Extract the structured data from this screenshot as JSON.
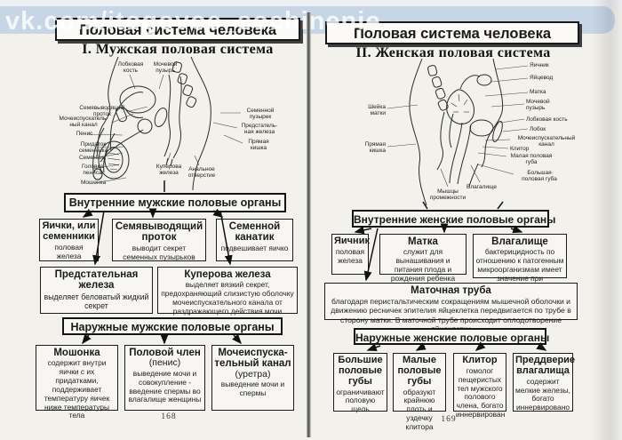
{
  "watermark": "vk.com/itogovoe_sochinenie",
  "left_page": {
    "banner": "Половая система человека",
    "heading": "I. Мужская половая система",
    "page_number": "168",
    "diagram": {
      "pubic_bone": "Лобковая кость",
      "bladder": "Мочевой пузырь",
      "vas_deferens": "Семявыводящий проток",
      "urethra": "Мочеиспускатель-ный канал",
      "penis": "Пенис",
      "epididymis": "Придаток семенника",
      "testis": "Семенник",
      "glans": "Головка пениса",
      "scrotum": "Мошонка",
      "cowper_gland": "Куперова железа",
      "anus": "Анальное отверстие",
      "seminal_vesicle": "Семенной пузырек",
      "prostate": "Предстатель-ная железа",
      "rectum": "Прямая кишка"
    },
    "internal_header": "Внутренние мужские половые органы",
    "internal_boxes": [
      {
        "title": "Яички, или семенники",
        "desc": "половая железа"
      },
      {
        "title": "Семявыводящий проток",
        "desc": "выводит секрет семенных пузырьков"
      },
      {
        "title": "Семенной канатик",
        "desc": "подвешивает яичко"
      },
      {
        "title": "Предстательная железа",
        "desc": "выделяет беловатый жидкий секрет"
      },
      {
        "title": "Куперова железа",
        "desc": "выделяет вязкий секрет, предохраняющий слизистую оболочку мочеиспускательного канала от раздражающего действия мочи"
      }
    ],
    "external_header": "Наружные мужские половые органы",
    "external_boxes": [
      {
        "title": "Мошонка",
        "desc": "содержит внутри яички с их придатками, поддерживает температуру яичек ниже температуры тела"
      },
      {
        "title": "Половой член",
        "sub": "(пенис)",
        "desc": "выведение мочи и совокупление - введение спермы во влагалище женщины"
      },
      {
        "title": "Мочеиспуска-тельный канал",
        "sub": "(уретра)",
        "desc": "выведение мочи и спермы"
      }
    ]
  },
  "right_page": {
    "banner": "Половая система человека",
    "heading": "II. Женская половая система",
    "page_number": "169",
    "diagram": {
      "ovary": "Яичник",
      "oviduct": "Яйцевод",
      "uterus": "Матка",
      "bladder": "Мочевой пузырь",
      "pubic_bone": "Лобковая кость",
      "pubis": "Лобок",
      "urethra": "Мочеиспускательный канал",
      "clitoris": "Клитор",
      "labia_minora": "Малая половая губа",
      "labia_majora": "Большая половая губа",
      "cervix": "Шейка матки",
      "rectum": "Прямая кишка",
      "perineum": "Мышцы промежности",
      "vagina": "Влагалище"
    },
    "internal_header": "Внутренние женские половые органы",
    "internal_boxes": [
      {
        "title": "Яичник",
        "desc": "половая железа"
      },
      {
        "title": "Матка",
        "desc": "служит для вынашивания и питания плода и рождения ребенка"
      },
      {
        "title": "Влагалище",
        "desc": "бактерицидность по отношению к патогенным микроорганизмам имеет значение при совокуплении"
      }
    ],
    "tube_box": {
      "title": "Маточная труба",
      "desc": "благодаря перистальтическим сокращениям мышечной оболочки и движению ресничек эпителия яйцеклетка передвигается по трубе в сторону матки. В маточной трубе происходит оплодотворение яйцеклетки"
    },
    "external_header": "Наружные женские половые органы",
    "external_boxes": [
      {
        "title": "Большие половые губы",
        "desc": "ограничивают половую щель"
      },
      {
        "title": "Малые половые губы",
        "desc": "образуют крайнюю плоть и уздечку клитора"
      },
      {
        "title": "Клитор",
        "desc": "гомолог пещеристых тел мужского полового члена, богато иннервирован"
      },
      {
        "title": "Преддверие влагалища",
        "desc": "содержит мелкие железы, богато иннервировано"
      }
    ]
  }
}
